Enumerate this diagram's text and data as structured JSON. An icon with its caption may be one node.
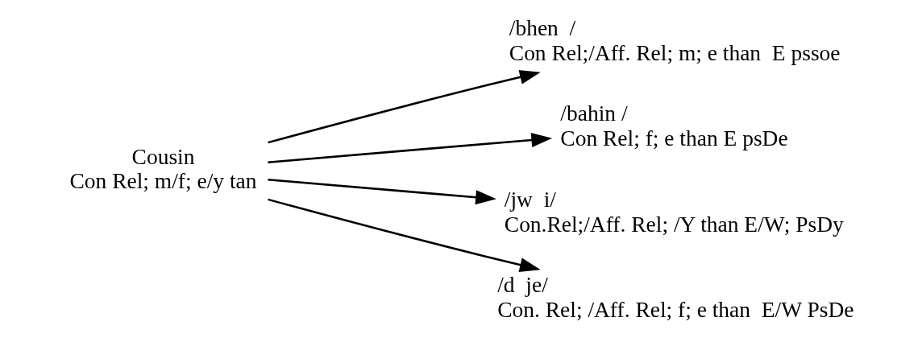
{
  "diagram": {
    "nodes": [
      {
        "text": [
          "Cousin",
          "Con Rel; m/f; e/y tan"
        ]
      },
      {
        "text": [
          "/bhen  /",
          "Con Rel;/Aff. Rel; m; e than  E pssoe"
        ]
      },
      {
        "text": [
          "/bahin /",
          "Con Rel; f; e than E psDe"
        ]
      },
      {
        "text": [
          "/jw  i/",
          "Con.Rel;/Aff. Rel; /Y than E/W; PsDy"
        ]
      },
      {
        "text": [
          "/d  je/",
          "Con. Rel; /Aff. Rel; f; e than  E/W PsDe"
        ]
      }
    ],
    "edges": [
      {
        "from": 0,
        "to": 1,
        "arrow": "to"
      },
      {
        "from": 0,
        "to": 2,
        "arrow": "to"
      },
      {
        "from": 0,
        "to": 3,
        "arrow": "to"
      },
      {
        "from": 0,
        "to": 4,
        "arrow": "to"
      }
    ]
  }
}
